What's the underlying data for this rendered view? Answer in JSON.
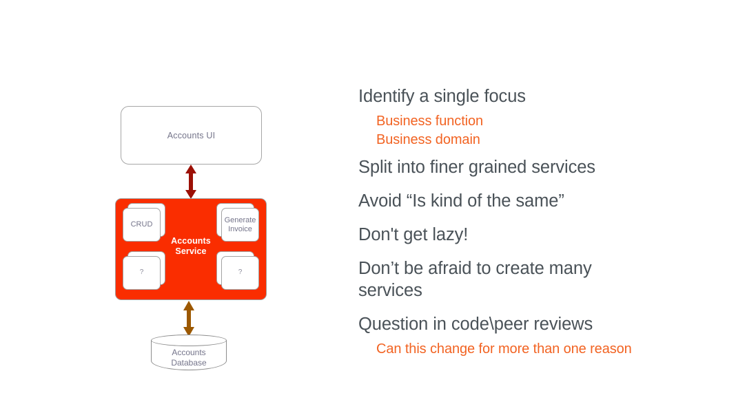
{
  "slide": {
    "title_present": false
  },
  "diagram": {
    "ui_box": {
      "label": "Accounts UI"
    },
    "service_box": {
      "label_line1": "Accounts",
      "label_line2": "Service",
      "fill_color": "#fa2d00",
      "border_color": "#9e9e9e",
      "cards": [
        {
          "name": "crud",
          "label": "CRUD",
          "stack_dir": "ne"
        },
        {
          "name": "generate-invoice",
          "label_line1": "Generate",
          "label_line2": "Invoice",
          "stack_dir": "nw"
        },
        {
          "name": "unknown-1",
          "label": "?",
          "stack_dir": "ne"
        },
        {
          "name": "unknown-2",
          "label": "?",
          "stack_dir": "nw"
        }
      ]
    },
    "database": {
      "label_line1": "Accounts",
      "label_line2": "Database"
    },
    "connectors": [
      {
        "name": "ui-to-service",
        "style": "double-headed-vertical",
        "color": "#9c1006"
      },
      {
        "name": "service-to-database",
        "style": "double-headed-vertical",
        "color": "#9c5800"
      }
    ]
  },
  "bullets": {
    "accent_color": "#f26322",
    "main_color": "#4a5258",
    "items": [
      {
        "main": "Identify a single focus",
        "subs": [
          "Business function",
          "Business domain"
        ]
      },
      {
        "main": "Split into finer grained services",
        "subs": []
      },
      {
        "main": "Avoid “Is kind of the same”",
        "subs": []
      },
      {
        "main": "Don't get lazy!",
        "subs": []
      },
      {
        "main": "Don’t be afraid to create many services",
        "subs": []
      },
      {
        "main": "Question in code\\peer reviews",
        "subs": [
          "Can this change for more than one reason"
        ]
      }
    ]
  }
}
